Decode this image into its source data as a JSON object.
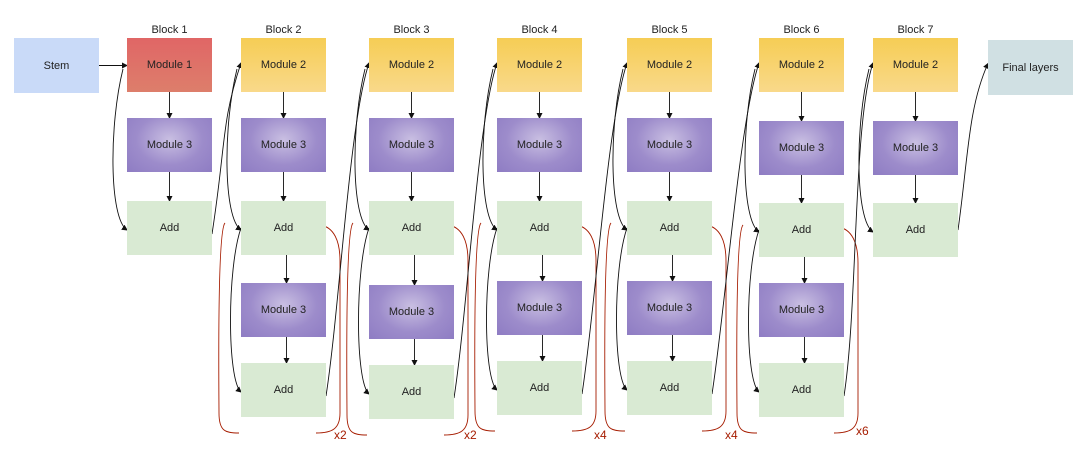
{
  "nodes": {
    "stem": "Stem",
    "final": "Final layers",
    "module1": "Module 1",
    "module2": "Module 2",
    "module3": "Module 3",
    "add": "Add"
  },
  "blocks": [
    "Block 1",
    "Block 2",
    "Block 3",
    "Block 4",
    "Block 5",
    "Block 6",
    "Block 7"
  ],
  "repeats": [
    "x2",
    "x2",
    "x4",
    "x4",
    "x6"
  ],
  "colors": {
    "stem": "#c9daf8",
    "module1": "#e06666",
    "module2": "#f6cd55",
    "module3": "#8e7cc3",
    "add": "#d9ead3",
    "final": "#d0e0e3",
    "repeat_bracket": "#a61c00"
  }
}
